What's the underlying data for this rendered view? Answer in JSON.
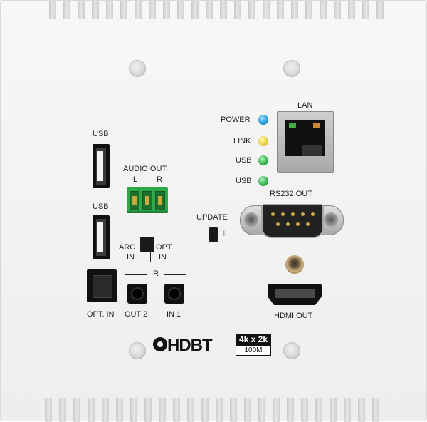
{
  "labels": {
    "power": "POWER",
    "link": "LINK",
    "usb_led_1": "USB",
    "usb_led_2": "USB",
    "lan": "LAN",
    "usb_port_1": "USB",
    "usb_port_2": "USB",
    "audio_out": "AUDIO OUT",
    "audio_l": "L",
    "audio_r": "R",
    "rs232_out": "RS232 OUT",
    "update": "UPDATE",
    "update_arrow": "↓",
    "arc": "ARC",
    "arc_in": "IN",
    "opt": "OPT.",
    "opt_in_switch": "IN",
    "ir": "IR",
    "opt_in_port": "OPT. IN",
    "out2": "OUT 2",
    "in1": "IN 1",
    "hdmi_out": "HDMI OUT"
  },
  "logo": {
    "text": "HDBT"
  },
  "badge": {
    "top": "4k x 2k",
    "bottom": "100M"
  },
  "colors": {
    "power_led": "#1e9ad6",
    "link_led": "#e4d13a",
    "usb_led": "#2fb34a",
    "terminal": "#2fa84a"
  }
}
